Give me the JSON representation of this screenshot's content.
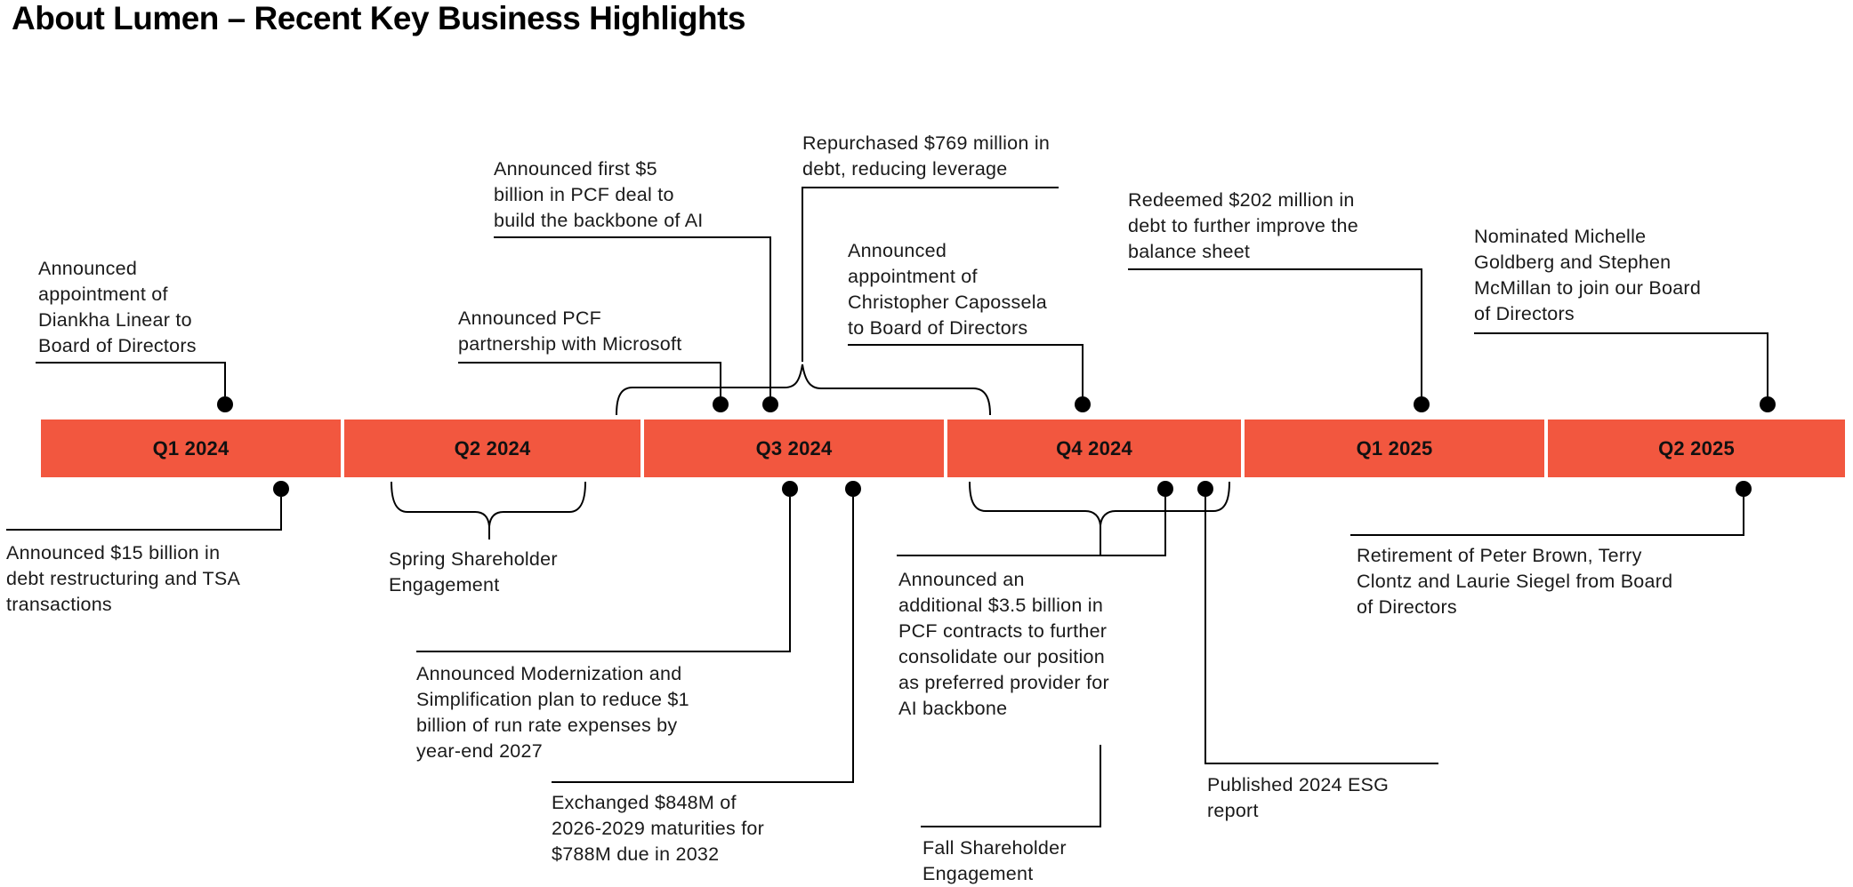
{
  "title": "About Lumen – Recent Key Business Highlights",
  "timeline": {
    "bar_color": "#F2573F",
    "quarters": [
      "Q1 2024",
      "Q2 2024",
      "Q3 2024",
      "Q4 2024",
      "Q1 2025",
      "Q2 2025"
    ]
  },
  "notes": {
    "diankha": "Announced\nappointment of\nDiankha Linear to\nBoard of Directors",
    "pcf_microsoft": "Announced PCF\npartnership with Microsoft",
    "pcf_5b": "Announced first $5\nbillion in PCF deal to\nbuild the backbone of AI",
    "repurchase_769m": "Repurchased $769 million in\ndebt, reducing leverage",
    "capossela": "Announced\nappointment of\nChristopher Capossela\nto Board of Directors",
    "redeem_202m": "Redeemed $202 million in\ndebt to further improve the\nbalance sheet",
    "board_nominations": "Nominated Michelle\nGoldberg and Stephen\nMcMillan to join our Board\nof Directors",
    "debt_restructuring_15b": "Announced $15 billion in\ndebt restructuring and TSA\ntransactions",
    "spring_engagement": "Spring Shareholder\nEngagement",
    "modernization_plan": "Announced Modernization and\nSimplification plan to reduce $1\nbillion of run rate expenses by\nyear-end 2027",
    "exchange_848m": "Exchanged $848M of\n2026-2029 maturities for\n$788M due in 2032",
    "pcf_3_5b": "Announced an\nadditional $3.5 billion in\nPCF contracts to further\nconsolidate our position\nas preferred provider for\nAI backbone",
    "fall_engagement": "Fall Shareholder\nEngagement",
    "esg_report": "Published 2024 ESG\nreport",
    "board_retirements": "Retirement of Peter Brown, Terry\nClontz and Laurie Siegel from Board\nof Directors"
  },
  "colors": {
    "bar": "#F2573F",
    "text": "#1A1A1A",
    "line": "#000000"
  }
}
